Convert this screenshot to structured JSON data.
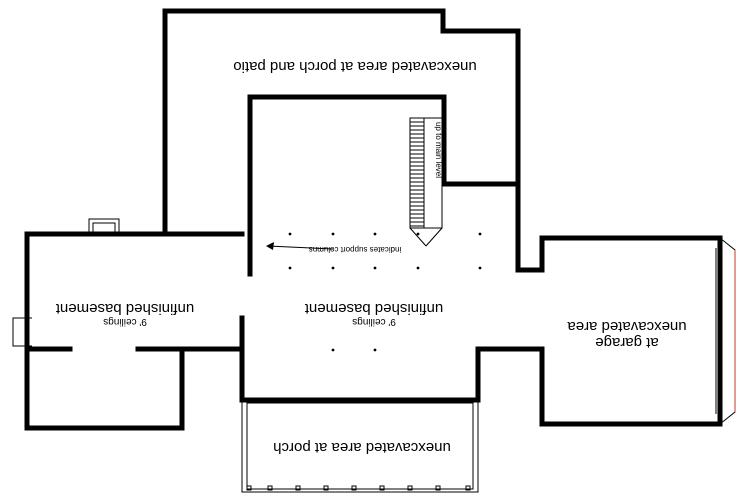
{
  "labels": {
    "porch_patio": "unexcavated area at porch and patio",
    "stair_note": "up to main level",
    "support_note": "indicates support columns",
    "basement_main": "unfinished basement",
    "basement_main_ceiling": "9' ceilings",
    "basement_left": "unfinished basement",
    "basement_left_ceiling": "9' ceilings",
    "garage_line1": "unexcavated area",
    "garage_line2": "at garage",
    "front_porch": "unexcavated area at porch"
  },
  "colors": {
    "walls": "#000000",
    "background": "#ffffff",
    "window_accent": "#c0392b"
  }
}
